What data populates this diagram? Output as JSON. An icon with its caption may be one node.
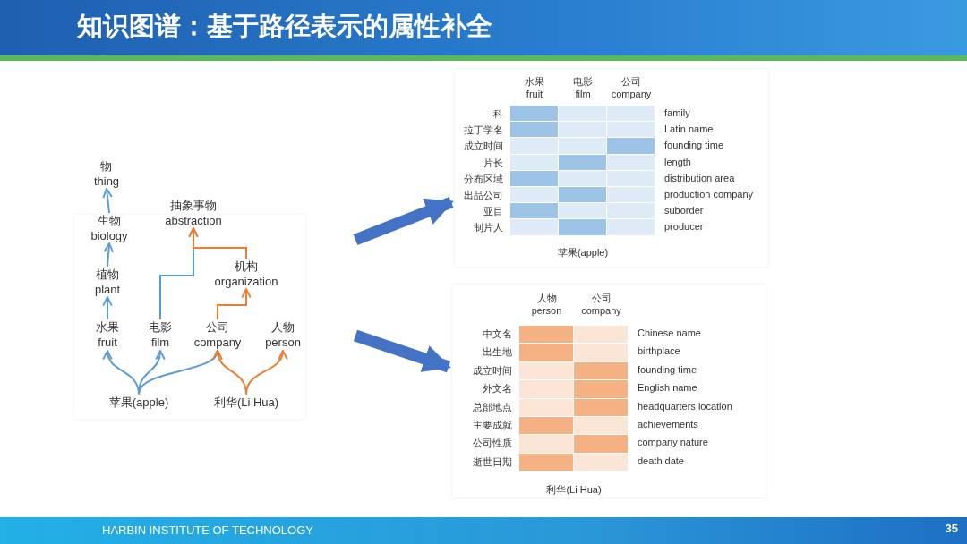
{
  "diagram": {
    "title": "知识图谱：基于路径表示的属性补全",
    "nodes": [
      {
        "text": [
          "物",
          "thing"
        ]
      },
      {
        "text": [
          "抽象事物",
          "abstraction"
        ]
      },
      {
        "text": [
          "生物",
          "biology"
        ]
      },
      {
        "text": [
          "机构",
          "organization"
        ]
      },
      {
        "text": [
          "植物",
          "plant"
        ]
      },
      {
        "text": [
          "水果",
          "fruit"
        ]
      },
      {
        "text": [
          "电影",
          "film"
        ]
      },
      {
        "text": [
          "公司",
          "company"
        ]
      },
      {
        "text": [
          "人物",
          "person"
        ]
      },
      {
        "text": [
          "苹果(apple)"
        ]
      },
      {
        "text": [
          "利华(Li Hua)"
        ]
      },
      {
        "text": [
          "苹果(apple)"
        ]
      },
      {
        "text": [
          "利华(Li Hua)"
        ]
      }
    ],
    "edges": [
      {
        "from": 5,
        "to": 4,
        "arrow": "to"
      },
      {
        "from": 4,
        "to": 2,
        "arrow": "to"
      },
      {
        "from": 2,
        "to": 0,
        "arrow": "to"
      },
      {
        "from": 6,
        "to": 1,
        "arrow": "to"
      },
      {
        "from": 3,
        "to": 1,
        "arrow": "to",
        "color": "#ed7d31"
      },
      {
        "from": 7,
        "to": 3,
        "arrow": "to",
        "color": "#ed7d31"
      },
      {
        "from": 9,
        "to": 5,
        "arrow": "to"
      },
      {
        "from": 9,
        "to": 6,
        "arrow": "to"
      },
      {
        "from": 9,
        "to": 7,
        "arrow": "to"
      },
      {
        "from": 10,
        "to": 7,
        "arrow": "to",
        "color": "#ed7d31"
      },
      {
        "from": 10,
        "to": 8,
        "arrow": "to",
        "color": "#ed7d31"
      },
      {
        "from": null,
        "to": 11,
        "arrow": "to",
        "style": "thick",
        "color": "#4472c4"
      },
      {
        "from": null,
        "to": 12,
        "arrow": "to",
        "style": "thick",
        "color": "#4472c4"
      }
    ],
    "labels": [
      "水果",
      "fruit",
      "电影",
      "film",
      "公司",
      "company",
      "科",
      "family",
      "拉丁学名",
      "Latin name",
      "成立时间",
      "founding time",
      "片长",
      "length",
      "分布区域",
      "distribution area",
      "出品公司",
      "production company",
      "亚目",
      "suborder",
      "制片人",
      "producer",
      "人物",
      "person",
      "公司",
      "company",
      "中文名",
      "Chinese name",
      "出生地",
      "birthplace",
      "成立时间",
      "founding time",
      "外文名",
      "English name",
      "总部地点",
      "headquarters location",
      "主要成就",
      "achievements",
      "公司性质",
      "company nature",
      "逝世日期",
      "death date",
      "HARBIN INSTITUTE OF TECHNOLOGY",
      "35"
    ]
  }
}
